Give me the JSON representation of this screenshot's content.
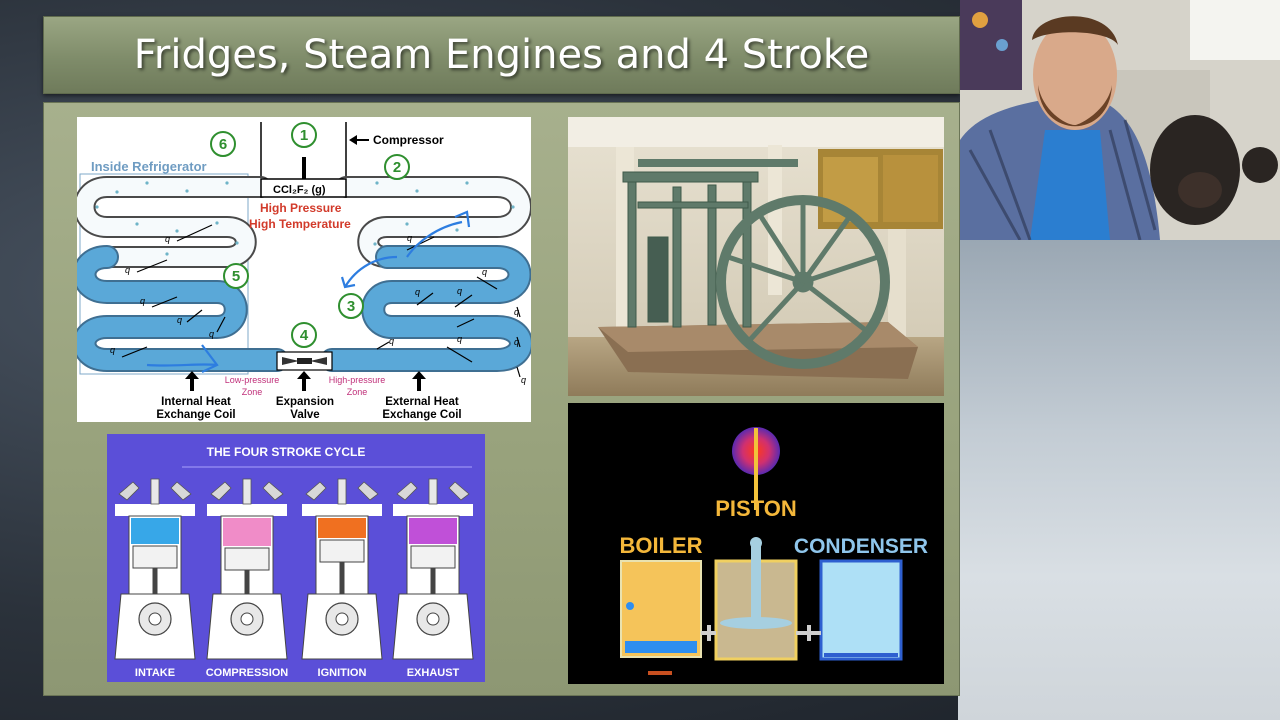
{
  "slide": {
    "title": "Fridges, Steam Engines and 4 Stroke"
  },
  "fridge_diagram": {
    "labels": {
      "inside_refrigerator": "Inside Refrigerator",
      "compressor": "Compressor",
      "compound": "CCl₂F₂ (g)",
      "high_pressure": "High Pressure",
      "high_temperature": "High Temperature",
      "low_pressure_zone_1": "Low-pressure",
      "low_pressure_zone_2": "Zone",
      "high_pressure_zone_1": "High-pressure",
      "high_pressure_zone_2": "Zone",
      "internal_coil_1": "Internal Heat",
      "internal_coil_2": "Exchange Coil",
      "expansion_valve_1": "Expansion",
      "expansion_valve_2": "Valve",
      "external_coil_1": "External Heat",
      "external_coil_2": "Exchange Coil",
      "heat_symbol": "q"
    },
    "steps": [
      "1",
      "2",
      "3",
      "4",
      "5",
      "6"
    ]
  },
  "four_stroke": {
    "title": "THE FOUR STROKE CYCLE",
    "strokes": [
      "INTAKE",
      "COMPRESSION",
      "IGNITION",
      "EXHAUST"
    ],
    "chamber_colors": [
      "#37a7e8",
      "#f08cc8",
      "#f07020",
      "#c050d8"
    ]
  },
  "steam_animation": {
    "boiler_label": "BOILER",
    "piston_label": "PISTON",
    "condenser_label": "CONDENSER"
  },
  "colors": {
    "coil_blue": "#5aa8d8",
    "step_green": "#2f8f2f",
    "hot_red": "#d23a2a"
  }
}
